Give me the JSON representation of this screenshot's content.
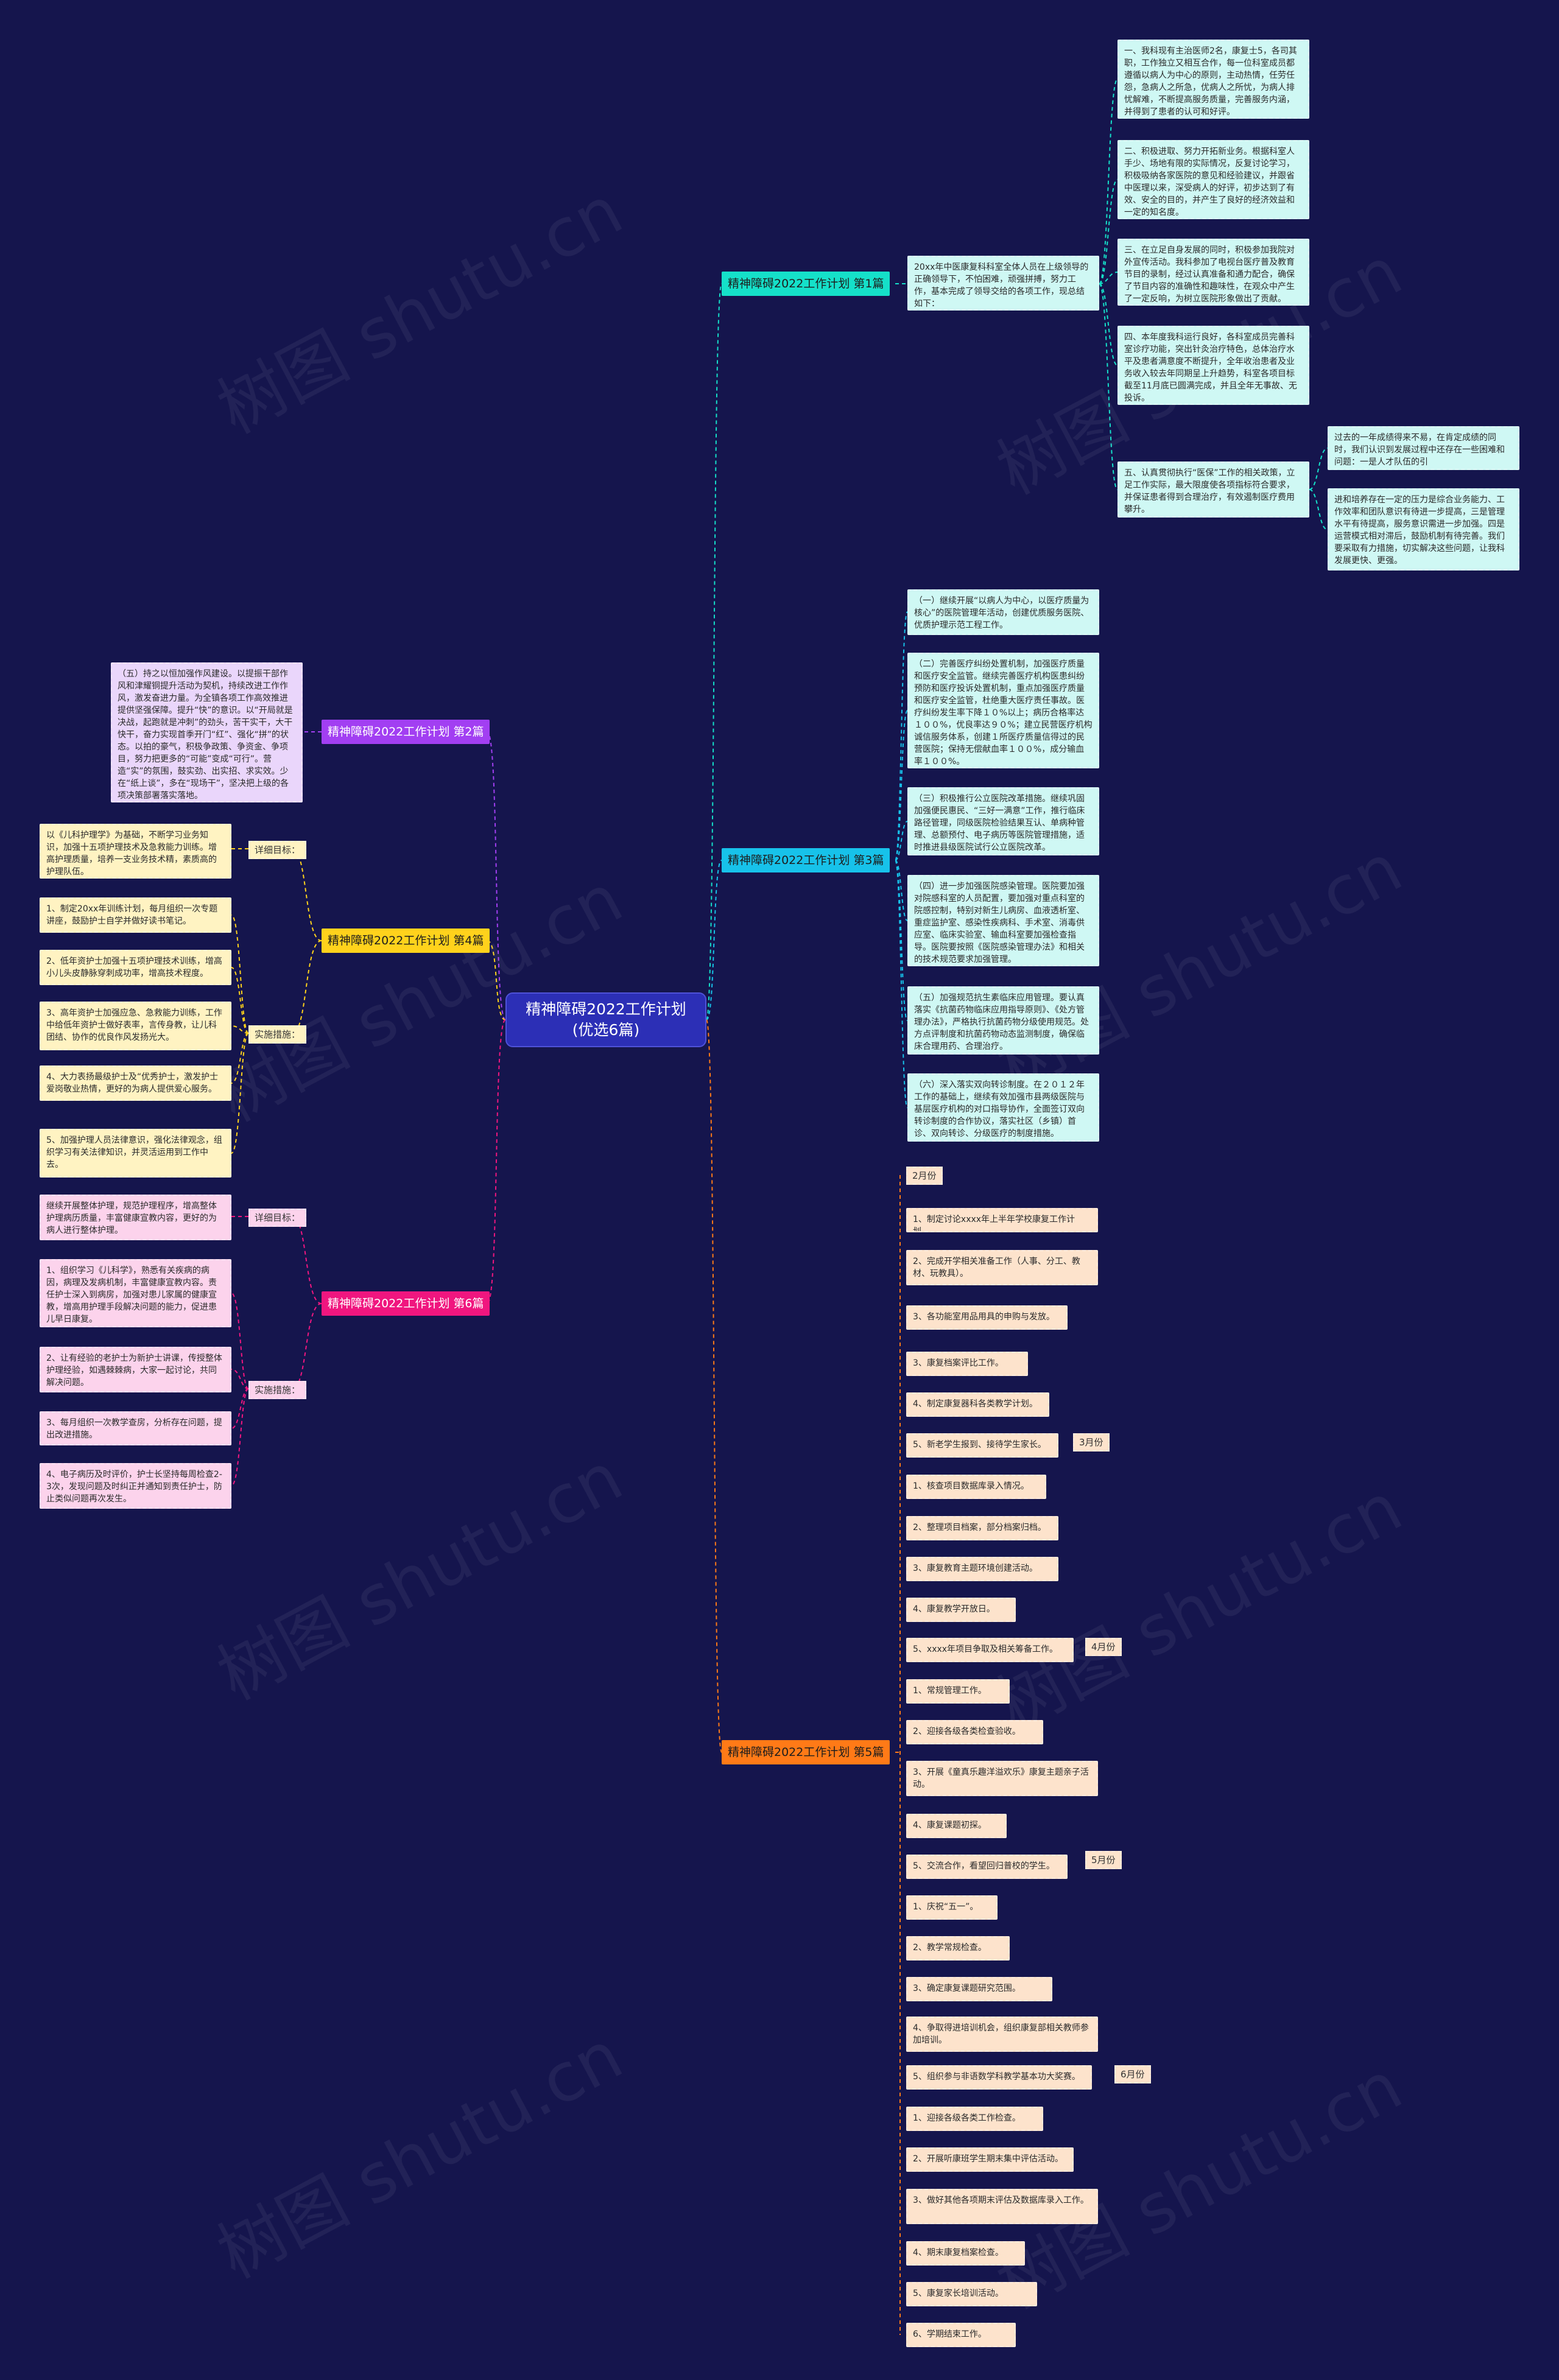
{
  "root": {
    "label": "精神障碍2022工作计划(优选6篇)"
  },
  "branches": {
    "b1": {
      "label": "精神障碍2022工作计划 第1篇",
      "intro": "20xx年中医康复科科室全体人员在上级领导的正确领导下，不怕困难，顽强拼搏，努力工作，基本完成了领导交给的各项工作，现总结如下：",
      "items": [
        "一、我科现有主治医师2名，康复士5，各司其职，工作独立又相互合作，每一位科室成员都遵循以病人为中心的原则，主动热情，任劳任怨，急病人之所急，优病人之所忧，为病人排忧解难，不断提高服务质量，完善服务内涵，并得到了患者的认可和好评。",
        "二、积极进取、努力开拓新业务。根据科室人手少、场地有限的实际情况，反复讨论学习，积极吸纳各家医院的意见和经验建议，并跟省中医理以来，深受病人的好评，初步达到了有效、安全的目的，并产生了良好的经济效益和一定的知名度。",
        "三、在立足自身发展的同时，积极参加我院对外宣传活动。我科参加了电视台医疗普及教育节目的录制，经过认真准备和通力配合，确保了节目内容的准确性和趣味性，在观众中产生了一定反响，为树立医院形象做出了贡献。",
        "四、本年度我科运行良好，各科室成员完善科室诊疗功能，突出针灸治疗特色，总体治疗水平及患者满意度不断提升，全年收治患者及业务收入较去年同期呈上升趋势，科室各项目标截至11月底已圆满完成，并且全年无事故、无投诉。",
        "五、认真贯彻执行“医保”工作的相关政策，立足工作实际，最大限度使各项指标符合要求，并保证患者得到合理治疗，有效遏制医疗费用攀升。"
      ],
      "sub5": [
        "过去的一年成绩得来不易，在肯定成绩的同时，我们认识到发展过程中还存在一些困难和问题：一是人才队伍的引",
        "进和培养存在一定的压力是综合业务能力、工作效率和团队意识有待进一步提高，三是管理水平有待提高，服务意识需进一步加强。四是运营模式相对滞后，鼓励机制有待完善。我们要采取有力措施，切实解决这些问题，让我科发展更快、更强。"
      ]
    },
    "b2": {
      "label": "精神障碍2022工作计划 第2篇",
      "items": [
        "（五）持之以恒加强作风建设。以提振干部作风和津耀铜提升活动为契机，持续改进工作作风，激发奋进力量。为全镇各项工作高效推进提供坚强保障。提升“快”的意识。以“开局就是决战，起跑就是冲刺”的劲头，苦干实干，大干快干，奋力实现首季开门“红”、强化“拼”的状态。以拍的豪气，积极争政策、争资金、争项目，努力把更多的“可能”变成“可行”。营造“实”的氛围，鼓实劲、出实招、求实效。少在“纸上谈”，多在“现场干”，坚决把上级的各项决策部署落实落地。"
      ]
    },
    "b4": {
      "label": "精神障碍2022工作计划 第4篇",
      "detail_label": "详细目标：",
      "detail": "以《儿科护理学》为基础，不断学习业务知识，加强十五项护理技术及急救能力训练。增高护理质量，培养一支业务技术精，素质高的护理队伍。",
      "measure_label": "实施措施：",
      "measures": [
        "1、制定20xx年训练计划，每月组织一次专题讲座，鼓励护士自学并做好读书笔记。",
        "2、低年资护士加强十五项护理技术训练，增高小儿头皮静脉穿刺成功率，增高技术程度。",
        "3、高年资护士加强应急、急救能力训练，工作中给低年资护士做好表率，言传身教，让儿科团结、协作的优良作风发扬光大。",
        "4、大力表扬最级护士及“优秀护士，激发护士爱岗敬业热情，更好的为病人提供爱心服务。",
        "5、加强护理人员法律意识，强化法律观念，组织学习有关法律知识，并灵活运用到工作中去。"
      ]
    },
    "b6": {
      "label": "精神障碍2022工作计划 第6篇",
      "detail_label": "详细目标：",
      "detail": "继续开展整体护理，规范护理程序，增高整体护理病历质量，丰富健康宣教内容，更好的为病人进行整体护理。",
      "measure_label": "实施措施：",
      "measures": [
        "1、组织学习《儿科学》，熟悉有关疾病的病因，病理及发病机制，丰富健康宣教内容。责任护士深入到病房，加强对患儿家属的健康宣教，增高用护理手段解决问题的能力，促进患儿早日康复。",
        "2、让有经验的老护士为新护士讲课，传授整体护理经验，如遇棘棘病，大家一起讨论，共同解决问题。",
        "3、每月组织一次教学查房，分析存在问题，提出改进措施。",
        "4、电子病历及时评价，护士长坚持每周检查2-3次，发现问题及时纠正并通知到责任护士，防止类似问题再次发生。"
      ]
    },
    "b3": {
      "label": "精神障碍2022工作计划 第3篇",
      "items": [
        "（一）继续开展“以病人为中心，以医疗质量为核心”的医院管理年活动，创建优质服务医院、优质护理示范工程工作。",
        "（二）完善医疗纠纷处置机制，加强医疗质量和医疗安全监管。继续完善医疗机构医患纠纷预防和医疗投诉处置机制，重点加强医疗质量和医疗安全监管，杜绝重大医疗责任事故。医疗纠纷发生率下降１０%以上；病历合格率达１００%，优良率达９０%；建立民营医疗机构诚信服务体系，创建１所医疗质量信得过的民营医院；保持无偿献血率１００%，成分输血率１００%。",
        "（三）积极推行公立医院改革措施。继续巩固加强便民惠民、“三好一满意”工作，推行临床路径管理，同级医院检验结果互认、单病种管理、总额预付、电子病历等医院管理措施，适时推进县级医院试行公立医院改革。",
        "（四）进一步加强医院感染管理。医院要加强对院感科室的人员配置，要加强对重点科室的院感控制，特别对新生儿病房、血液透析室、重症监护室、感染性疾病科、手术室、消毒供应室、临床实验室、输血科室要加强检查指导。医院要按照《医院感染管理办法》和相关的技术规范要求加强管理。",
        "（五）加强规范抗生素临床应用管理。要认真落实《抗菌药物临床应用指导原则》、《处方管理办法》，严格执行抗菌药物分级使用规范。处方点评制度和抗菌药物动态监测制度，确保临床合理用药、合理治疗。",
        "（六）深入落实双向转诊制度。在２０１２年工作的基础上，继续有效加强市县两级医院与基层医疗机构的对口指导协作，全面签订双向转诊制度的合作协议，落实社区（乡镇）首诊、双向转诊、分级医疗的制度措施。"
      ]
    },
    "b5": {
      "label": "精神障碍2022工作计划 第5篇",
      "feb": "2月份",
      "items": [
        "1、制定讨论xxxx年上半年学校康复工作计划。",
        "2、完成开学相关准备工作（人事、分工、教材、玩教具）。",
        "3、各功能室用品用具的申购与发放。",
        "3、康复档案评比工作。",
        "4、制定康复器科各类教学计划。",
        "5、新老学生报到、接待学生家长。",
        "1、核查项目数据库录入情况。",
        "2、整理项目档案，部分档案归档。",
        "3、康复教育主题环境创建活动。",
        "4、康复教学开放日。",
        "5、xxxx年项目争取及相关筹备工作。",
        "1、常规管理工作。",
        "2、迎接各级各类检查验收。",
        "3、开展《童真乐趣洋溢欢乐》康复主题亲子活动。",
        "4、康复课题初探。",
        "5、交流合作，看望回归普校的学生。",
        "1、庆祝“五一”。",
        "2、教学常规检查。",
        "3、确定康复课题研究范围。",
        "4、争取得进培训机会，组织康复部相关教师参加培训。",
        "5、组织参与非语数学科教学基本功大奖赛。",
        "1、迎接各级各类工作检查。",
        "2、开展听康班学生期末集中评估活动。",
        "3、做好其他各项期末评估及数据库录入工作。",
        "4、期末康复档案检查。",
        "5、康复家长培训活动。",
        "6、学期结束工作。"
      ],
      "months": [
        "3月份",
        "4月份",
        "5月份",
        "6月份"
      ]
    }
  },
  "watermark": "树图 shutu.cn",
  "colors": {
    "background": "#15154d",
    "root": "#2c2fb6",
    "b1": "#15e0c9",
    "b2": "#a23ff2",
    "b3": "#17c2ea",
    "b4": "#ffd21c",
    "b5": "#ff7a17",
    "b6": "#f0167f",
    "leaf_cyan": "#cff8f4",
    "leaf_yellow": "#fff3c2",
    "leaf_pink": "#fcd3ec",
    "leaf_purple": "#ead6fb",
    "leaf_peach": "#fde3cc"
  }
}
